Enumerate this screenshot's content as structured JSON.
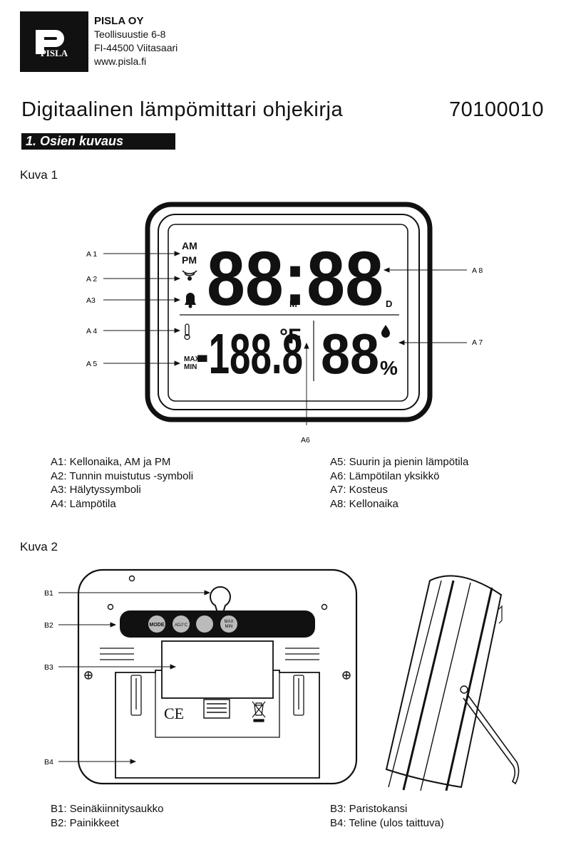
{
  "company": {
    "logo_text": "PISLA",
    "name": "PISLA OY",
    "street": "Teollisuustie 6-8",
    "city": "FI-44500 Viitasaari",
    "web": "www.pisla.fi"
  },
  "title": "Digitaalinen lämpömittari ohjekirja",
  "product_code": "70100010",
  "section_title": "1. Osien kuvaus",
  "figure1": {
    "caption": "Kuva 1",
    "callouts": {
      "a1": "A 1",
      "a2": "A 2",
      "a3": "A3",
      "a4": "A 4",
      "a5": "A 5",
      "a6": "A6",
      "a7": "A 7",
      "a8": "A 8"
    },
    "display": {
      "am": "AM",
      "pm": "PM",
      "time": "88:88",
      "m": "M",
      "d": "D",
      "temp": "-188.8",
      "unit": "°F",
      "humidity": "88",
      "percent": "%",
      "max": "MAX",
      "min": "MIN"
    },
    "legend_left": [
      "A1: Kellonaika, AM ja PM",
      "A2: Tunnin muistutus -symboli",
      "A3: Hälytyssymboli",
      "A4: Lämpötila"
    ],
    "legend_right": [
      "A5: Suurin ja pienin lämpötila",
      "A6: Lämpötilan yksikkö",
      "A7: Kosteus",
      "A8: Kellonaika"
    ]
  },
  "figure2": {
    "caption": "Kuva 2",
    "callouts": {
      "b1": "B1",
      "b2": "B2",
      "b3": "B3",
      "b4": "B4"
    },
    "buttons": {
      "mode": "MODE",
      "adj": "ADJ°C",
      "max": "MAX",
      "min": "MIN"
    },
    "ce_mark": "CE",
    "legend_left": [
      "B1: Seinäkiinnitysaukko",
      "B2: Painikkeet"
    ],
    "legend_right": [
      "B3: Paristokansi",
      "B4: Teline (ulos taittuva)"
    ]
  }
}
